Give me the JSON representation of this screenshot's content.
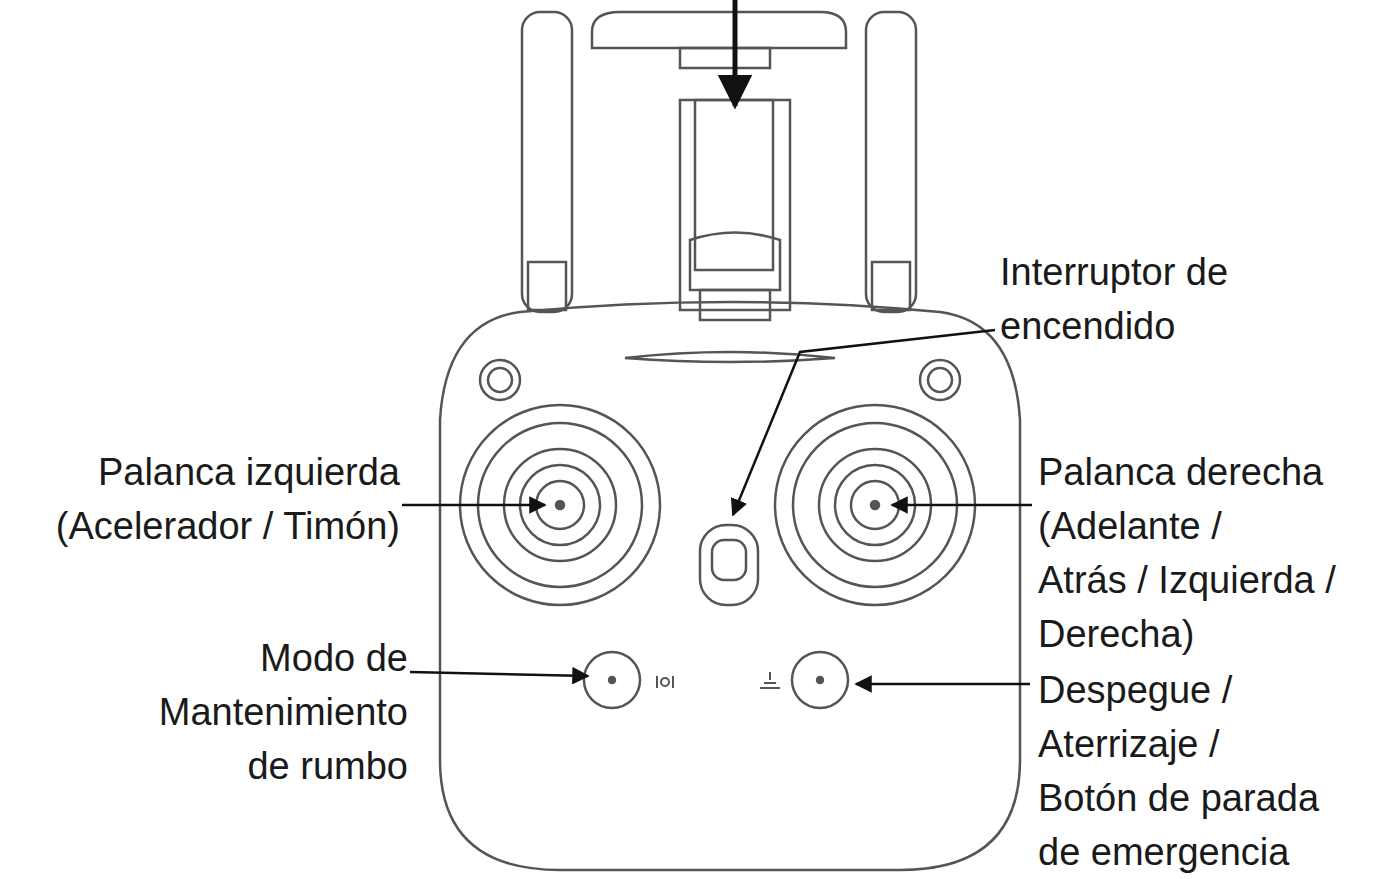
{
  "diagram": {
    "labels": [
      "Interruptor de encendido",
      "Palanca izquierda (Acelerador / Timón)",
      "Palanca derecha (Adelante / Atrás / Izquierda / Derecha)",
      "Despegue / Aterrizaje / Botón de parada de emergencia",
      "Modo de Mantenimiento de rumbo"
    ]
  }
}
